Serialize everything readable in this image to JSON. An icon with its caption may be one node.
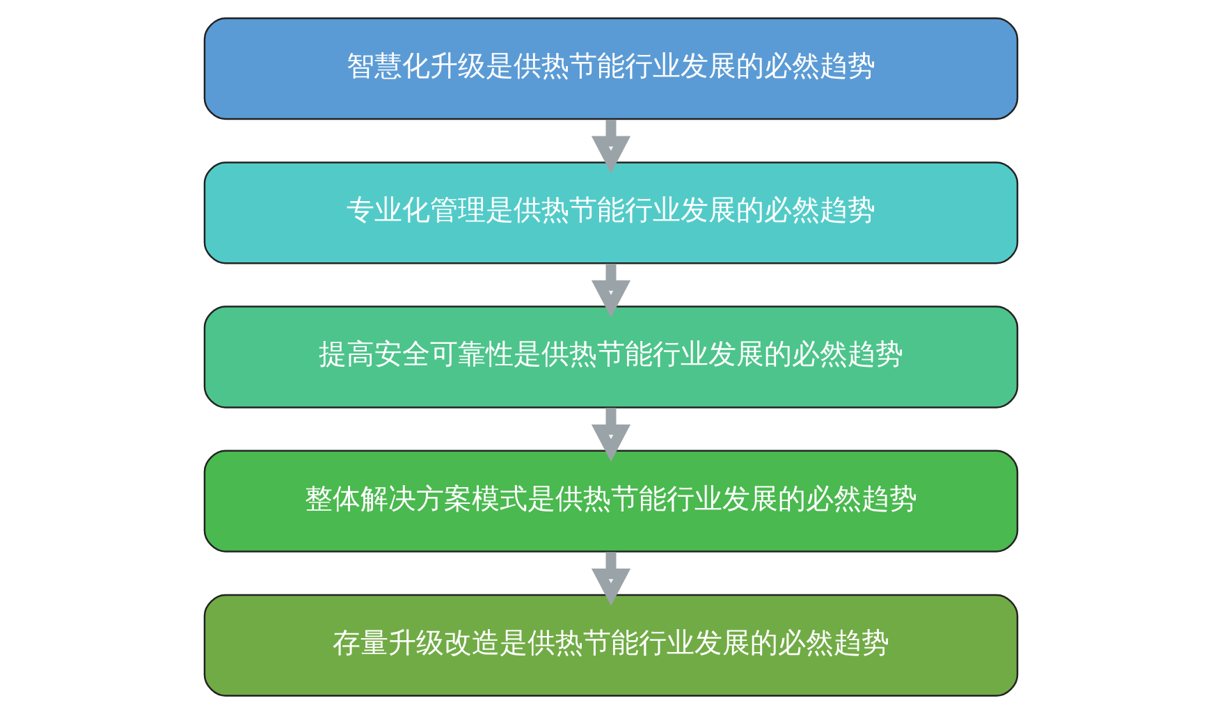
{
  "diagram": {
    "nodes": [
      {
        "text": [
          "智慧化升级是供热节能行业发展的必然趋势"
        ]
      },
      {
        "text": [
          "专业化管理是供热节能行业发展的必然趋势"
        ]
      },
      {
        "text": [
          "提高安全可靠性是供热节能行业发展的必然趋势"
        ]
      },
      {
        "text": [
          "整体解决方案模式是供热节能行业发展的必然趋势"
        ]
      },
      {
        "text": [
          "存量升级改造是供热节能行业发展的必然趋势"
        ]
      }
    ],
    "edges": [
      {
        "from": 0,
        "to": 1,
        "arrow": "to"
      },
      {
        "from": 1,
        "to": 2,
        "arrow": "to"
      },
      {
        "from": 2,
        "to": 3,
        "arrow": "to"
      },
      {
        "from": 3,
        "to": 4,
        "arrow": "to"
      }
    ]
  }
}
